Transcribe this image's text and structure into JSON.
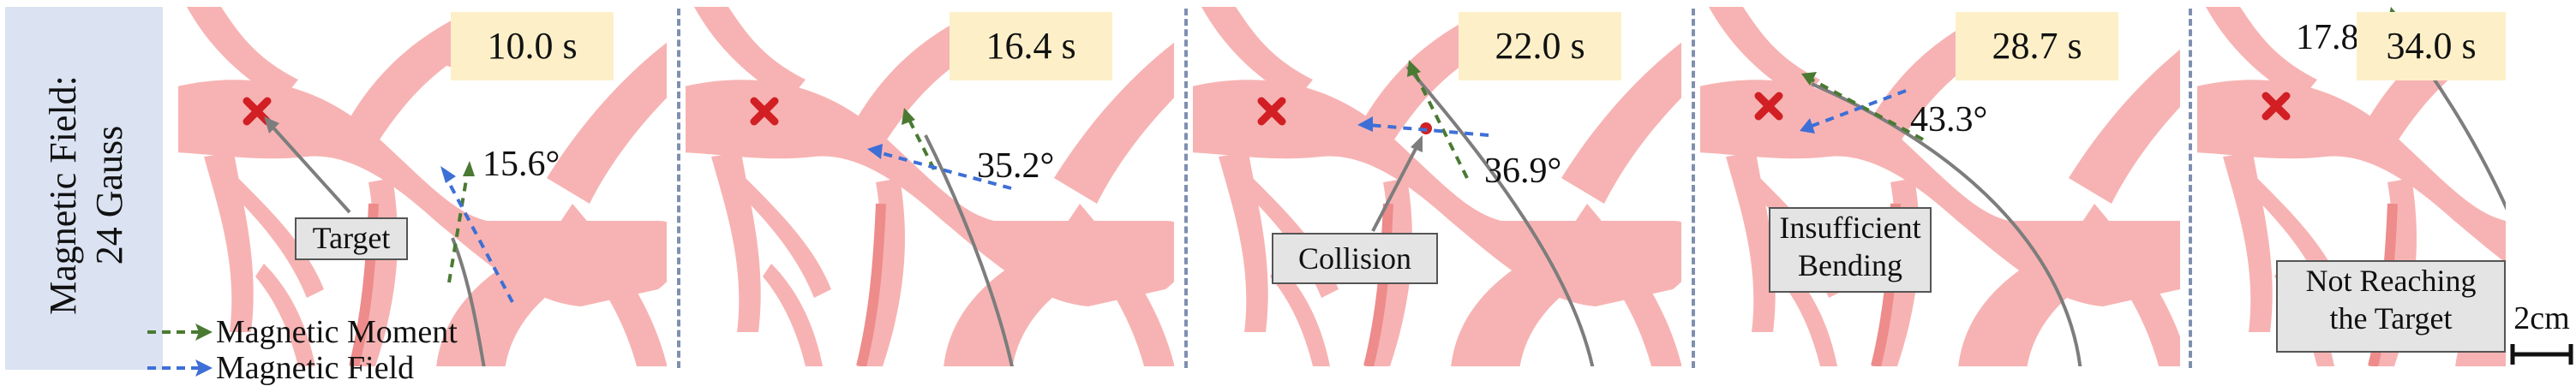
{
  "side_label": {
    "line1": "Magnetic Field:",
    "line2": "24 Gauss"
  },
  "panels": [
    {
      "time": "10.0 s",
      "angle": "15.6°"
    },
    {
      "time": "16.4 s",
      "angle": "35.2°"
    },
    {
      "time": "22.0 s",
      "angle": "36.9°",
      "callout": "Collision"
    },
    {
      "time": "28.7 s",
      "angle": "43.3°",
      "callout_line1": "Insufficient",
      "callout_line2": "Bending"
    },
    {
      "time": "34.0 s",
      "angle": "17.8°",
      "callout_line1": "Not Reaching",
      "callout_line2": "the Target"
    }
  ],
  "target_label": "Target",
  "legend": {
    "moment": "Magnetic Moment",
    "field": "Magnetic Field",
    "moment_color": "#4a7a32",
    "field_color": "#3d6fd6"
  },
  "scale_bar": "2cm",
  "colors": {
    "vessel": "#f7b3b3",
    "vessel_dark": "#ee8b8b",
    "target_marker": "#d11f24",
    "catheter": "#7d7d7d"
  },
  "icons": {
    "target": "cross-marker-icon"
  }
}
